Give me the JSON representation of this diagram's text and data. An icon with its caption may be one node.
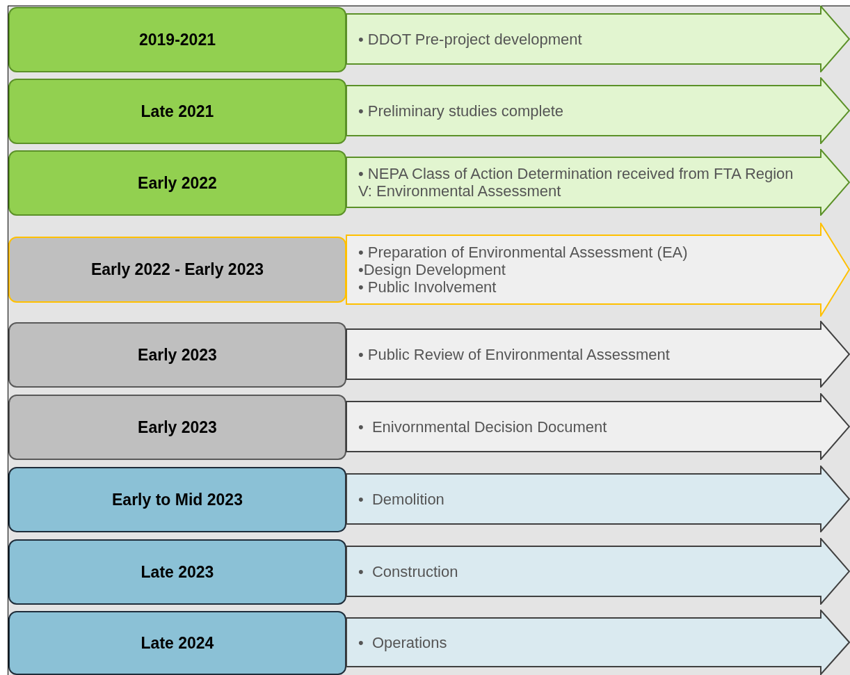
{
  "diagram": {
    "nodes": [
      {
        "text": [
          "2019-2021"
        ]
      },
      {
        "text": [
          "• DDOT Pre-project development"
        ]
      },
      {
        "text": [
          "Late 2021"
        ]
      },
      {
        "text": [
          "• Preliminary studies complete"
        ]
      },
      {
        "text": [
          "Early 2022"
        ]
      },
      {
        "text": [
          "• NEPA Class of Action Determination received from FTA Region V: Environmental Assessment"
        ]
      },
      {
        "text": [
          "Early 2022 - Early 2023"
        ]
      },
      {
        "text": [
          "• Preparation of Environmental Assessment (EA)",
          "•Design Development",
          "• Public Involvement"
        ]
      },
      {
        "text": [
          "Early 2023"
        ]
      },
      {
        "text": [
          "• Public Review of Environmental Assessment"
        ]
      },
      {
        "text": [
          "Early 2023"
        ]
      },
      {
        "text": [
          "•  Enivornmental Decision Document"
        ]
      },
      {
        "text": [
          "Early to Mid 2023"
        ]
      },
      {
        "text": [
          "•  Demolition"
        ]
      },
      {
        "text": [
          "Late 2023"
        ]
      },
      {
        "text": [
          "•  Construction"
        ]
      },
      {
        "text": [
          "Late 2024"
        ]
      },
      {
        "text": [
          "•  Operations"
        ]
      }
    ]
  }
}
